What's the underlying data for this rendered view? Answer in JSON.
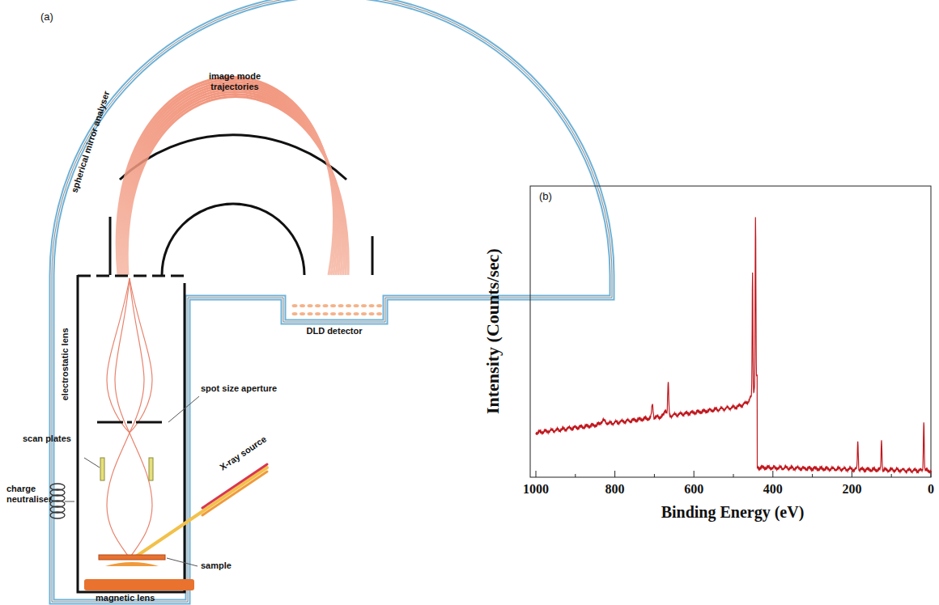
{
  "diagram": {
    "labels": [
      "(a)",
      "image mode trajectories",
      "spherical mirror analyser",
      "electrostatic lens",
      "spot size aperture",
      "scan plates",
      "charge neutraliser",
      "X-ray source",
      "sample",
      "magnetic lens",
      "DLD detector",
      "(b)",
      "Intensity (Counts/sec)",
      "Binding Energy (eV)",
      "1000",
      "800",
      "600",
      "400",
      "200",
      "0"
    ]
  }
}
